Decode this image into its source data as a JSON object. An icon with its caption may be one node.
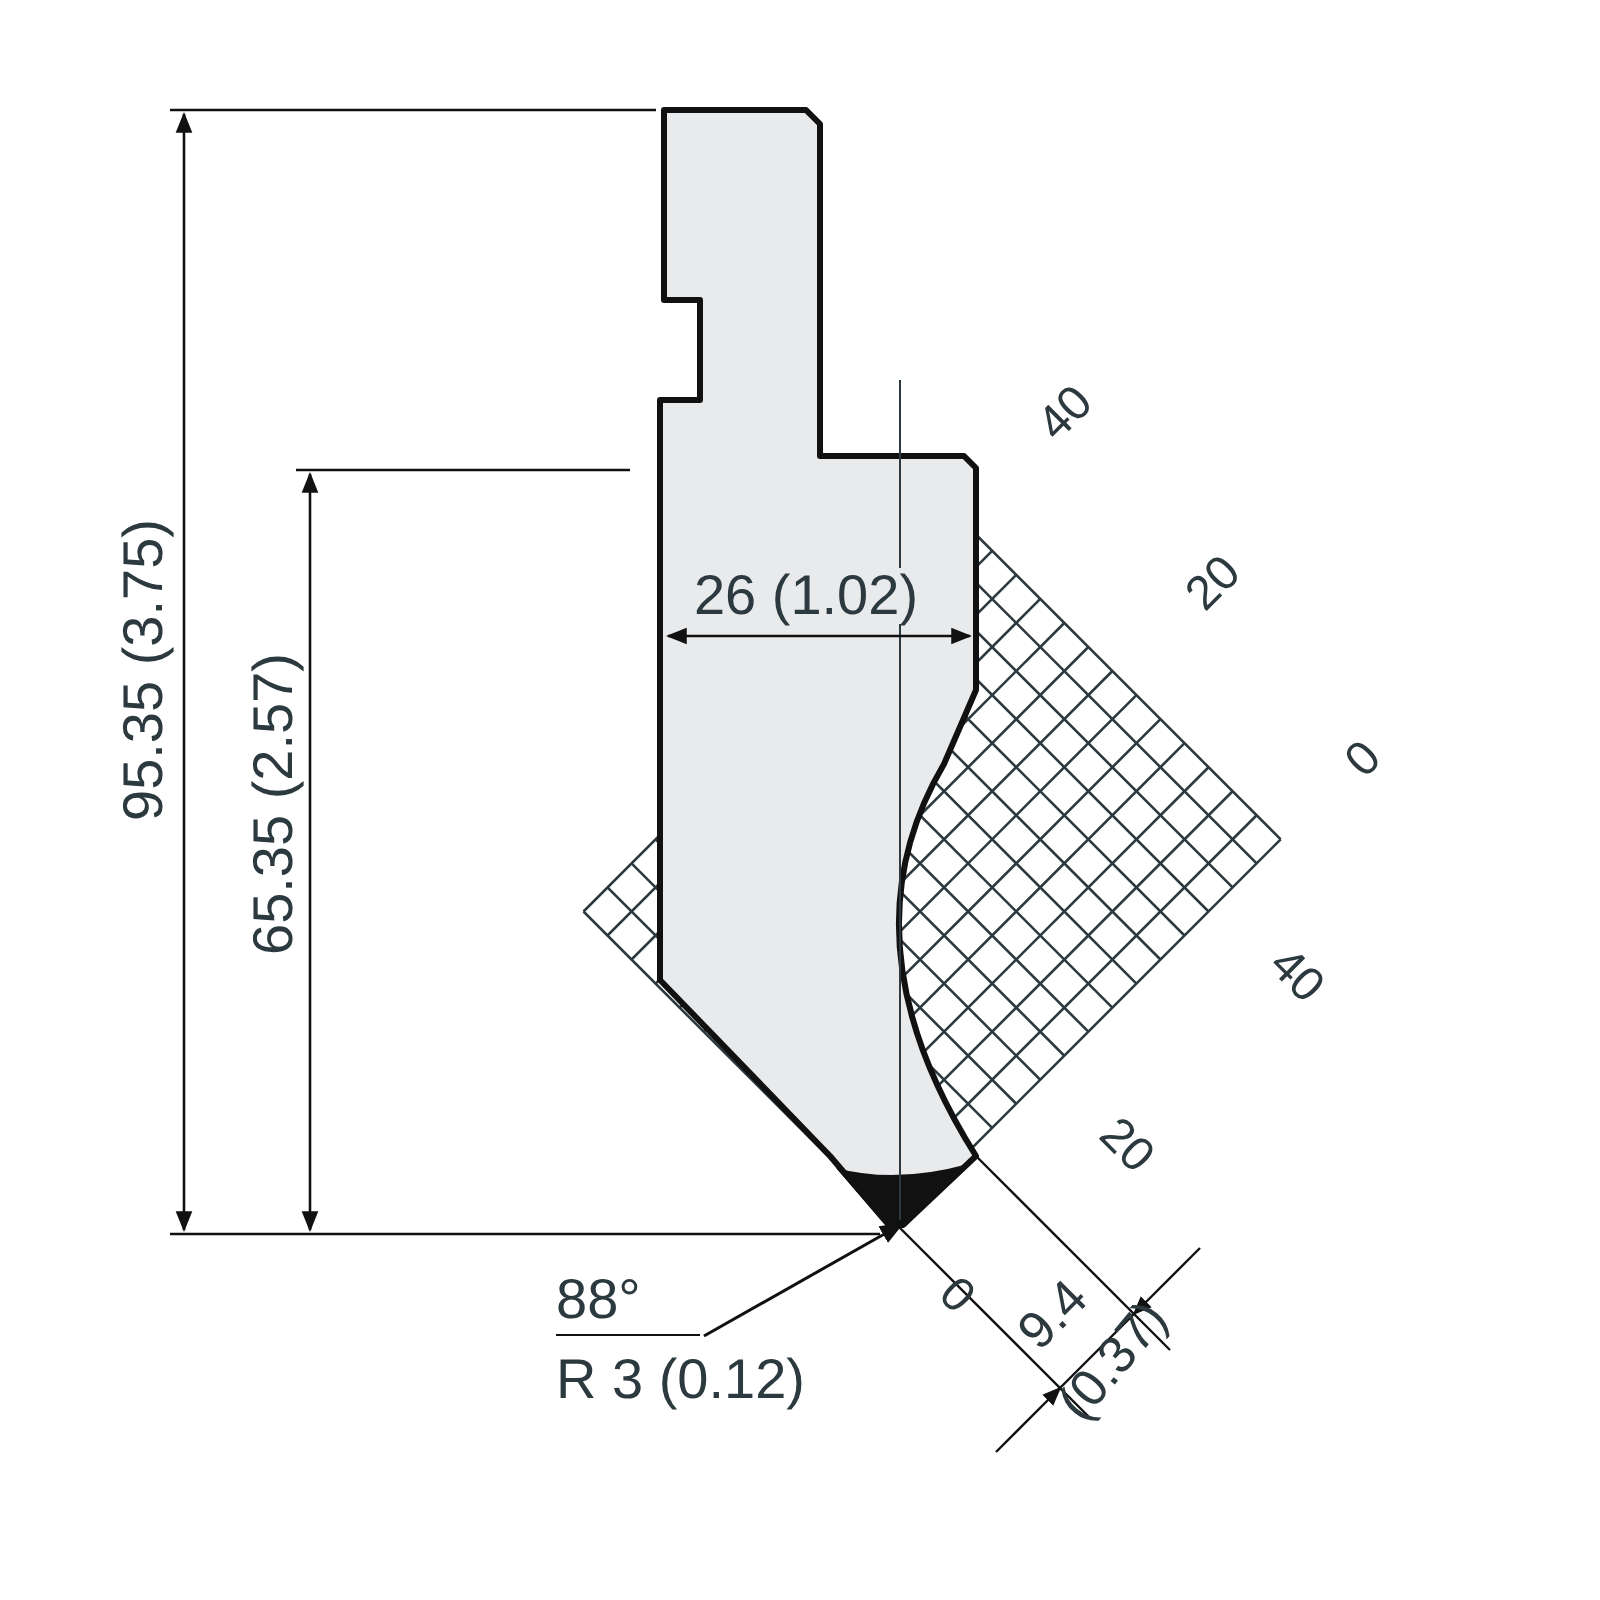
{
  "diagram": {
    "nodes": [
      {
        "text": [
          "88°",
          "R 3 (0.12)"
        ]
      },
      {
        "text": [],
        "shape": "picture"
      }
    ],
    "edges": [
      {
        "from": 0,
        "to": 1,
        "arrow": "to"
      }
    ],
    "labels": [
      "40",
      "95.35 (3.75)",
      "65.35 (2.57)",
      "20",
      "26 (1.02)",
      "0",
      "40",
      "20",
      "0",
      "9.4",
      "(0.37)"
    ]
  }
}
